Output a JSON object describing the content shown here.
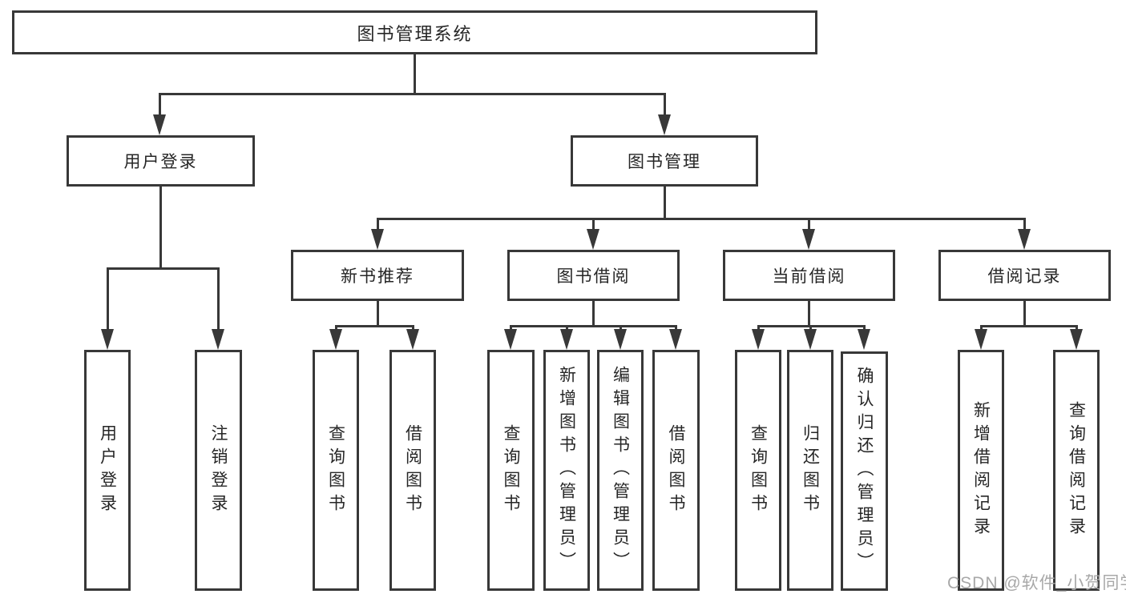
{
  "colors": {
    "line": "#383838",
    "text": "#262626",
    "watermark": "#a8a8a8",
    "background": "#ffffff"
  },
  "tree": {
    "root": {
      "label": "图书管理系统"
    },
    "branches": [
      {
        "label": "用户登录",
        "children": [
          {
            "label": "用户登录"
          },
          {
            "label": "注销登录"
          }
        ]
      },
      {
        "label": "图书管理",
        "children": [
          {
            "label": "新书推荐",
            "children": [
              {
                "label": "查询图书"
              },
              {
                "label": "借阅图书"
              }
            ]
          },
          {
            "label": "图书借阅",
            "children": [
              {
                "label": "查询图书"
              },
              {
                "label": "新增图书（管理员）"
              },
              {
                "label": "编辑图书（管理员）"
              },
              {
                "label": "借阅图书"
              }
            ]
          },
          {
            "label": "当前借阅",
            "children": [
              {
                "label": "查询图书"
              },
              {
                "label": "归还图书"
              },
              {
                "label": "确认归还（管理员）"
              }
            ]
          },
          {
            "label": "借阅记录",
            "children": [
              {
                "label": "新增借阅记录"
              },
              {
                "label": "查询借阅记录"
              }
            ]
          }
        ]
      }
    ]
  },
  "watermark": {
    "text": "CSDN @软件_小贺同学"
  }
}
